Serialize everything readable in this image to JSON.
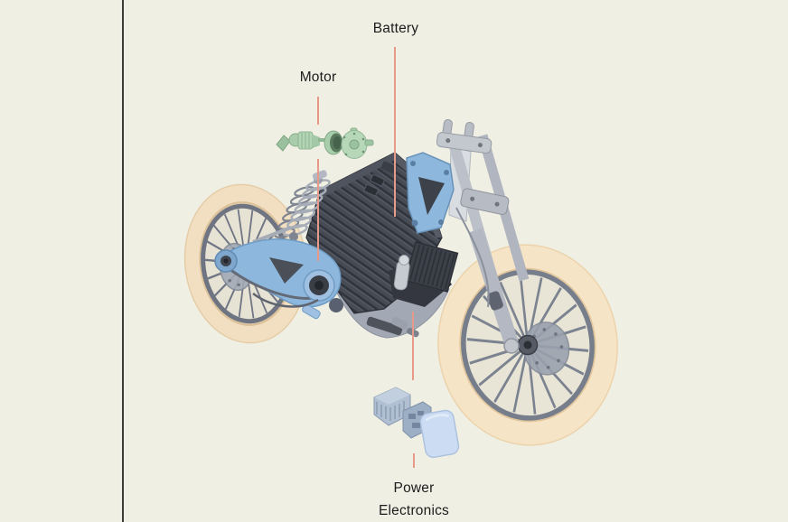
{
  "scene": {
    "subject": "Electric motorcycle exploded-view diagram",
    "background_color": "#f0efe4",
    "divider_color": "#3b3b37",
    "text_color": "#1c1c1c",
    "leader_line_color": "#e89a8a"
  },
  "labels": {
    "battery": {
      "text": "Battery"
    },
    "motor": {
      "text": "Motor"
    },
    "power_electronics": {
      "line1": "Power",
      "line2": "Electronics"
    }
  },
  "illustration": {
    "colors": {
      "tire": "#f5e3c6",
      "wheel_gray": "#7b8290",
      "battery_pack": "#464b54",
      "frame_blue": "#8db7dc",
      "motor_green": "#b2d5b4",
      "power_electronics_cover": "#ccdcf3",
      "fork_metal": "#b9bec7",
      "belly_pan": "#a6adb8"
    }
  }
}
